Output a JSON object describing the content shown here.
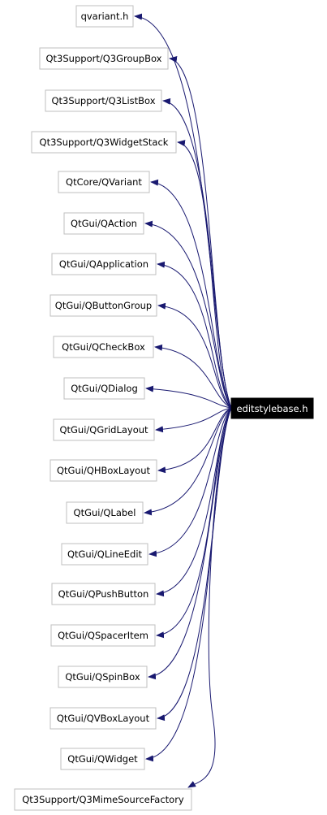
{
  "graph": {
    "source": {
      "label": "editstylebase.h",
      "fill": "#000000",
      "text_color": "#ffffff"
    },
    "edge_color": "#191970",
    "box_border": "#bfbfbf",
    "includes": [
      "qvariant.h",
      "Qt3Support/Q3GroupBox",
      "Qt3Support/Q3ListBox",
      "Qt3Support/Q3WidgetStack",
      "QtCore/QVariant",
      "QtGui/QAction",
      "QtGui/QApplication",
      "QtGui/QButtonGroup",
      "QtGui/QCheckBox",
      "QtGui/QDialog",
      "QtGui/QGridLayout",
      "QtGui/QHBoxLayout",
      "QtGui/QLabel",
      "QtGui/QLineEdit",
      "QtGui/QPushButton",
      "QtGui/QSpacerItem",
      "QtGui/QSpinBox",
      "QtGui/QVBoxLayout",
      "QtGui/QWidget",
      "Qt3Support/Q3MimeSourceFactory"
    ]
  }
}
